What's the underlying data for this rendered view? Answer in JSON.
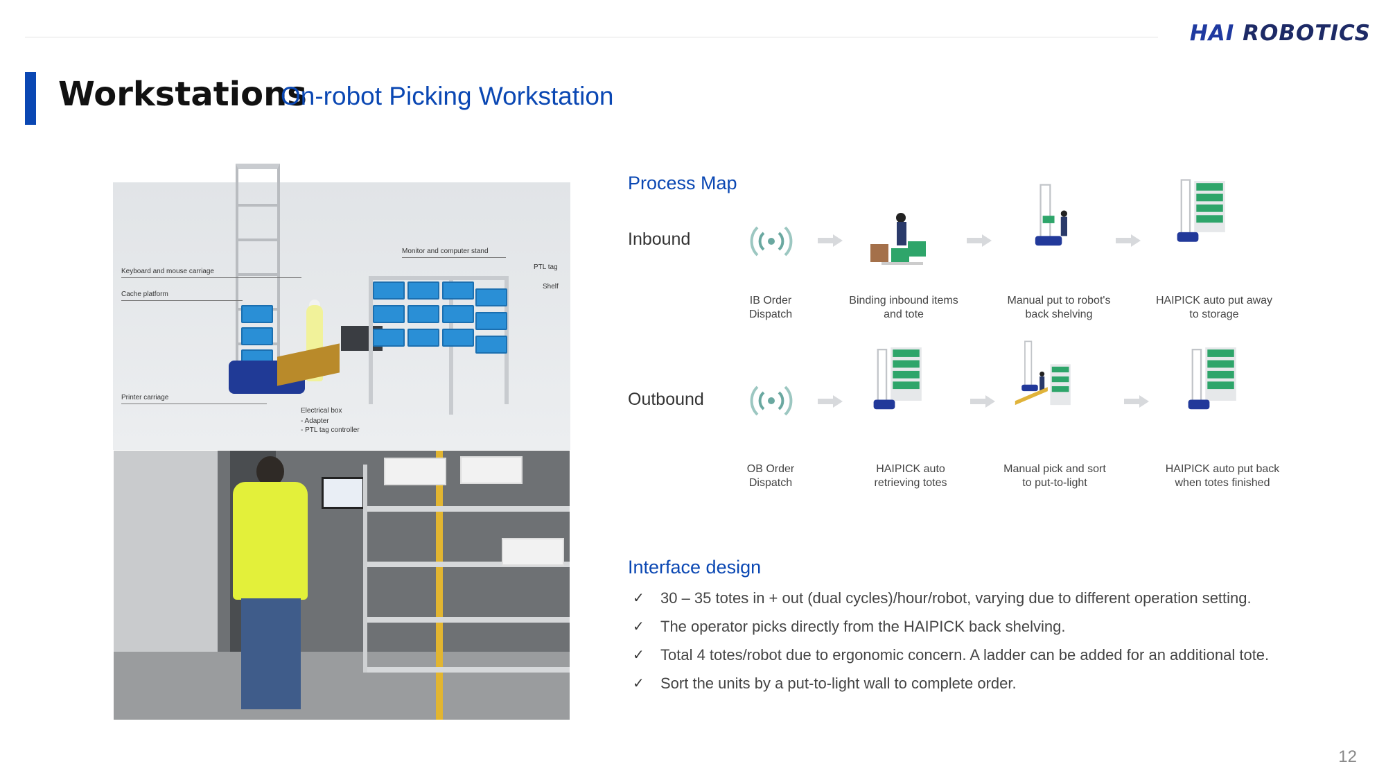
{
  "header": {
    "logo_hai": "HAI",
    "logo_robotics": "ROBOTICS",
    "title": "Workstations",
    "subtitle": "On-robot Picking Workstation"
  },
  "diagram": {
    "callouts": {
      "monitor": "Monitor and computer stand",
      "keyboard": "Keyboard and mouse carriage",
      "cache": "Cache platform",
      "ptl": "PTL tag",
      "shelf": "Shelf",
      "printer": "Printer carriage",
      "electrical": "Electrical box",
      "adapter": "- Adapter",
      "controller": "- PTL tag controller"
    }
  },
  "process_map": {
    "heading": "Process Map",
    "inbound": {
      "label": "Inbound",
      "steps": [
        "IB Order\nDispatch",
        "Binding inbound items\nand tote",
        "Manual put to robot's\nback shelving",
        "HAIPICK auto put away\nto storage"
      ]
    },
    "outbound": {
      "label": "Outbound",
      "steps": [
        "OB Order\nDispatch",
        "HAIPICK auto\nretrieving totes",
        "Manual pick and sort\nto put-to-light",
        "HAIPICK auto put back\nwhen totes finished"
      ]
    }
  },
  "interface_design": {
    "heading": "Interface design",
    "check_mark": "✓",
    "items": [
      "30 – 35 totes in + out (dual cycles)/hour/robot, varying due to different operation setting.",
      "The operator picks directly from the HAIPICK back shelving.",
      "Total 4 totes/robot due to ergonomic concern. A ladder can be added for an additional tote.",
      "Sort the units by a put-to-light wall to complete order."
    ]
  },
  "page_number": "12",
  "colors": {
    "accent_blue": "#0a47b3",
    "robot_blue": "#22399a",
    "tote_green": "#2ea56a",
    "wifi_teal": "#6aa8a0"
  }
}
